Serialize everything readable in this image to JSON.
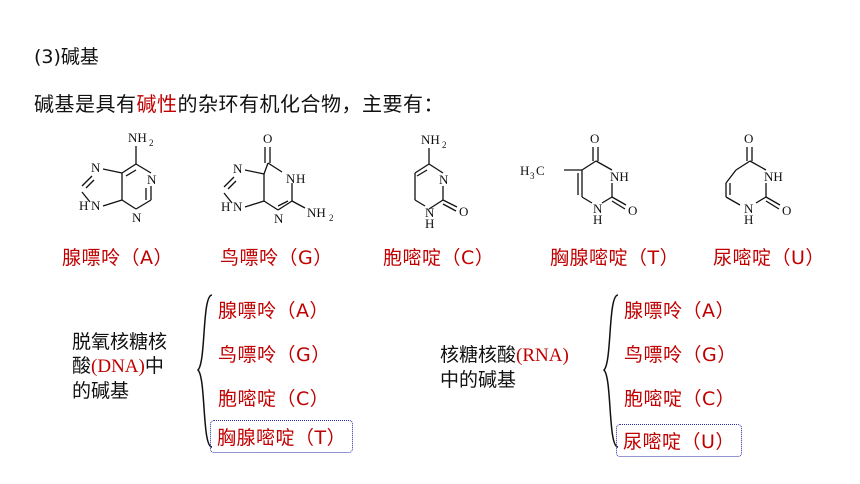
{
  "heading": "(3)碱基",
  "intro": {
    "before": "碱基是具有",
    "highlight": "碱性",
    "after": "的杂环有机化合物，主要有："
  },
  "molecules": [
    {
      "name": "腺嘌呤（A）",
      "atoms": {
        "top": "NH",
        "top_sub": "2",
        "n1": "N",
        "n3": "N",
        "n7": "N",
        "n9": "N",
        "nh": "H"
      }
    },
    {
      "name": "鸟嘌呤（G）",
      "atoms": {
        "o": "O",
        "n1": "N",
        "h1": "H",
        "n3": "N",
        "n7": "N",
        "n9": "N",
        "nh": "H",
        "amino": "NH",
        "amino_sub": "2"
      }
    },
    {
      "name": "胞嘧啶（C）",
      "atoms": {
        "top": "NH",
        "top_sub": "2",
        "n3": "N",
        "n1": "N",
        "h1": "H",
        "o": "O"
      }
    },
    {
      "name": "胸腺嘧啶（T）",
      "atoms": {
        "methyl": "H",
        "methyl_sub": "3",
        "methyl_c": "C",
        "o4": "O",
        "n3": "NH",
        "n1": "N",
        "h1": "H",
        "o2": "O"
      }
    },
    {
      "name": "尿嘧啶（U）",
      "atoms": {
        "o4": "O",
        "n3": "NH",
        "n1": "N",
        "h1": "H",
        "o2": "O"
      }
    }
  ],
  "dna_group": {
    "title_1": "脱氧核糖核",
    "title_2a": "酸",
    "title_2b": "(DNA)",
    "title_2c": "中",
    "title_3": "的碱基",
    "items": [
      "腺嘌呤（A）",
      "鸟嘌呤（G）",
      "胞嘧啶（C）",
      "胸腺嘧啶（T）"
    ]
  },
  "rna_group": {
    "title_1a": "核糖核酸",
    "title_1b": "(RNA)",
    "title_2": "中的碱基",
    "items": [
      "腺嘌呤（A）",
      "鸟嘌呤（G）",
      "胞嘧啶（C）",
      "尿嘧啶（U）"
    ]
  },
  "colors": {
    "accent": "#c00000",
    "box": "#2a2aa8"
  }
}
